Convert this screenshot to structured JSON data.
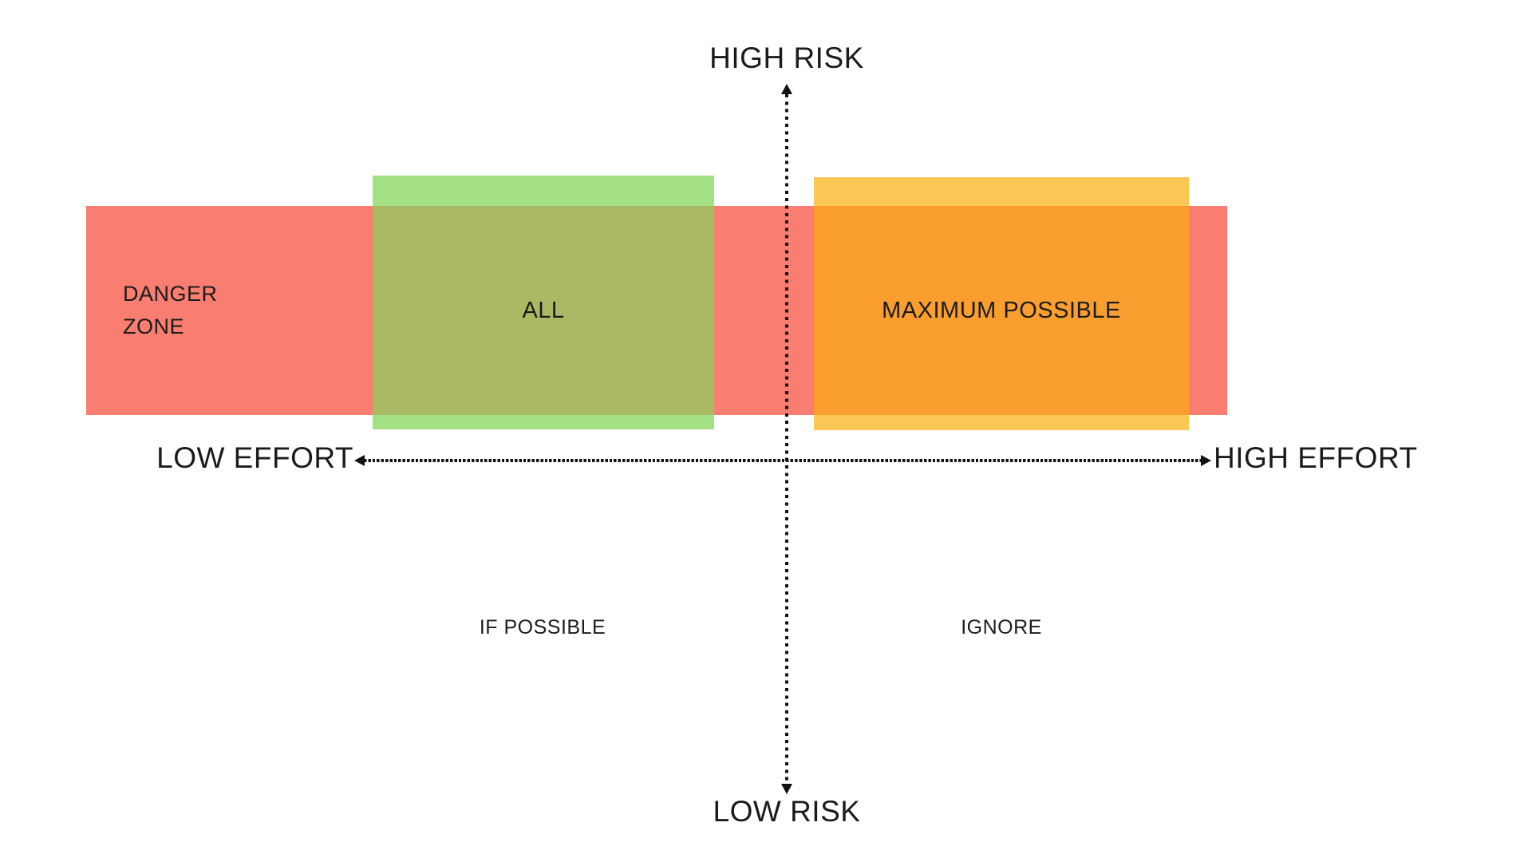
{
  "colors": {
    "background": "#FFFFFF",
    "salmon": "#F97D71",
    "light_green": "#A3E184",
    "olive": "#A9B964",
    "light_orange": "#FBC755",
    "deep_orange": "#F99E2F",
    "axis": "#111111",
    "text": "#1B1B1B"
  },
  "axes": {
    "vertical": {
      "top_label": "HIGH RISK",
      "bottom_label": "LOW RISK"
    },
    "horizontal": {
      "left_label": "LOW EFFORT",
      "right_label": "HIGH EFFORT"
    }
  },
  "zones": {
    "danger": {
      "line1": "DANGER",
      "line2": "ZONE"
    },
    "all": {
      "label": "ALL"
    },
    "maximum_possible": {
      "label": "MAXIMUM POSSIBLE"
    },
    "if_possible": {
      "label": "IF POSSIBLE"
    },
    "ignore": {
      "label": "IGNORE"
    }
  }
}
